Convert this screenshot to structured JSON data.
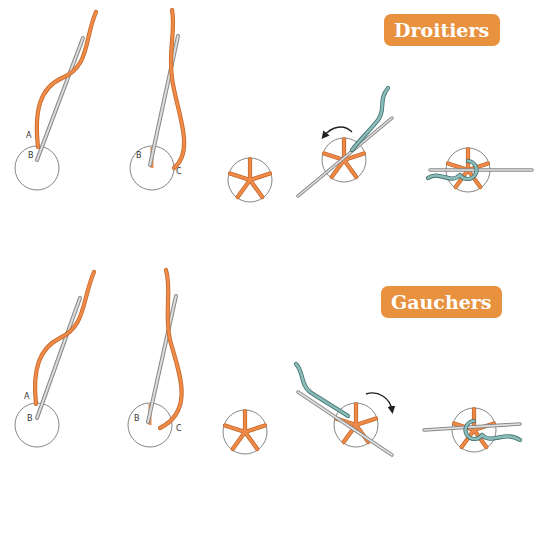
{
  "diagram": {
    "nodes": [
      {
        "text": [
          "Droitiers"
        ]
      },
      {
        "text": [
          "Gauchers"
        ]
      }
    ],
    "labels": [
      "A",
      "B",
      "B",
      "C",
      "A",
      "B",
      "B",
      "C"
    ]
  }
}
